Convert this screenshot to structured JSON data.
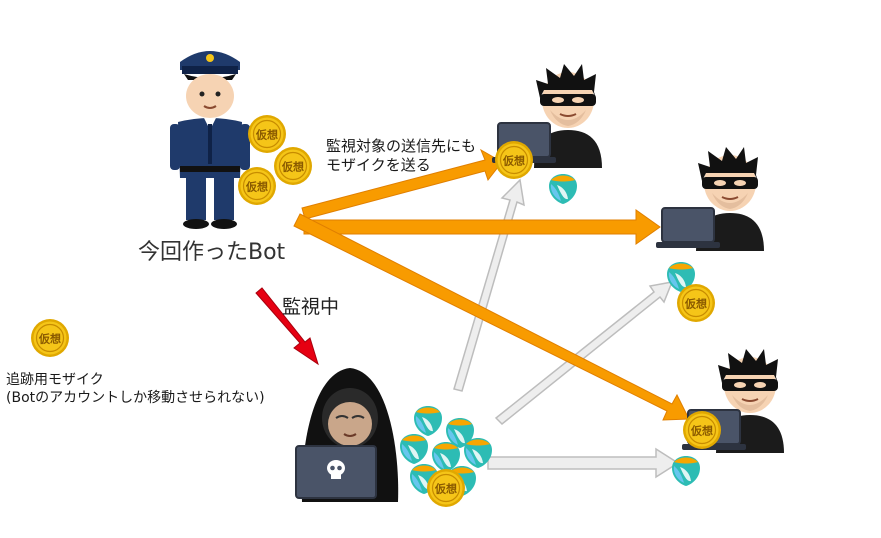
{
  "labels": {
    "bot": "今回作ったBot",
    "watching": "監視中",
    "send_line1": "監視対象の送信先にも",
    "send_line2": "モザイクを送る",
    "legend_line1": "追跡用モザイク",
    "legend_line2": "(Botのアカウントしか移動させられない)"
  },
  "coin_text": "仮想",
  "colors": {
    "orange_arrow": "#f89b00",
    "gray_arrow": "#eeeeee",
    "red_arrow": "#e60012",
    "coin_gold": "#f5c518",
    "police_blue": "#1f3a6b",
    "thief_black": "#1b1b1b",
    "nem_teal": "#2dbcb4",
    "nem_orange": "#f7a600",
    "nem_blue": "#67c6ee"
  },
  "icons": [
    "police-officer-icon",
    "hacker-icon",
    "thief-icon",
    "virtual-coin-icon",
    "nem-logo-icon",
    "laptop-icon",
    "skull-icon"
  ]
}
